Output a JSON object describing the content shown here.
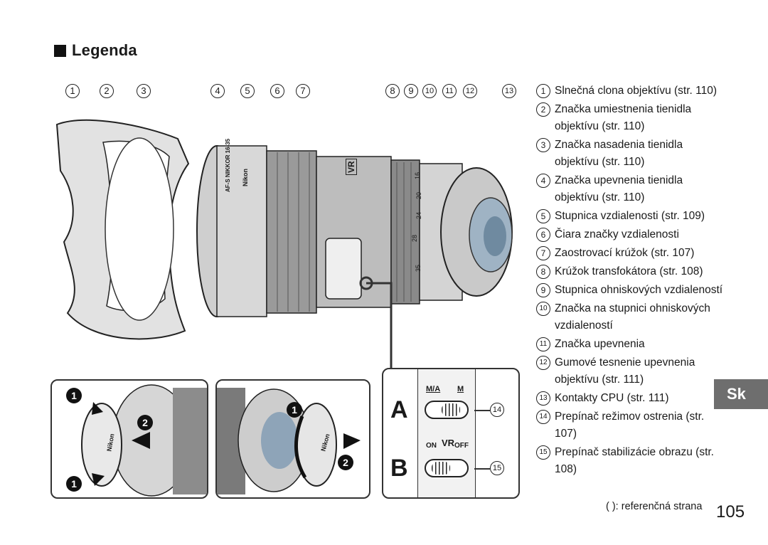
{
  "heading": "Legenda",
  "callout_numbers": [
    "1",
    "2",
    "3",
    "4",
    "5",
    "6",
    "7",
    "8",
    "9",
    "10",
    "11",
    "12",
    "13"
  ],
  "legend": [
    {
      "num": "1",
      "text": "Slnečná clona objektívu (str. 110)"
    },
    {
      "num": "2",
      "text": "Značka umiestnenia tienidla objektívu (str. 110)"
    },
    {
      "num": "3",
      "text": "Značka nasadenia tienidla objektívu (str. 110)"
    },
    {
      "num": "4",
      "text": "Značka upevnenia tienidla objektívu (str. 110)"
    },
    {
      "num": "5",
      "text": "Stupnica vzdialenosti (str. 109)"
    },
    {
      "num": "6",
      "text": "Čiara značky vzdialenosti"
    },
    {
      "num": "7",
      "text": "Zaostrovací krúžok (str. 107)"
    },
    {
      "num": "8",
      "text": "Krúžok transfokátora (str. 108)"
    },
    {
      "num": "9",
      "text": "Stupnica ohniskových vzdialeností"
    },
    {
      "num": "10",
      "text": "Značka na stupnici ohniskových vzdialeností"
    },
    {
      "num": "11",
      "text": "Značka upevnenia"
    },
    {
      "num": "12",
      "text": "Gumové tesnenie upevnenia objektívu (str. 111)"
    },
    {
      "num": "13",
      "text": "Kontakty CPU (str. 111)"
    },
    {
      "num": "14",
      "text": "Prepínač režimov ostrenia (str. 107)"
    },
    {
      "num": "15",
      "text": "Prepínač stabilizácie obrazu (str. 108)"
    }
  ],
  "reference_note": "(  ): referenčná strana",
  "page_number": "105",
  "language_tab": "Sk",
  "lens": {
    "brand": "Nikon",
    "model_text": "AF-S NIKKOR 16-35",
    "vr_label": "VR",
    "focal_marks": [
      "16",
      "20",
      "24",
      "28",
      "35"
    ]
  },
  "switch_panel": {
    "label_a": "A",
    "label_b": "B",
    "mode_left": "M/A",
    "mode_right": "M",
    "vr_on": "ON",
    "vr_title": "VR",
    "vr_off": "OFF",
    "callout_a": "14",
    "callout_b": "15"
  },
  "inset_steps": {
    "step1": "1",
    "step2": "2"
  }
}
